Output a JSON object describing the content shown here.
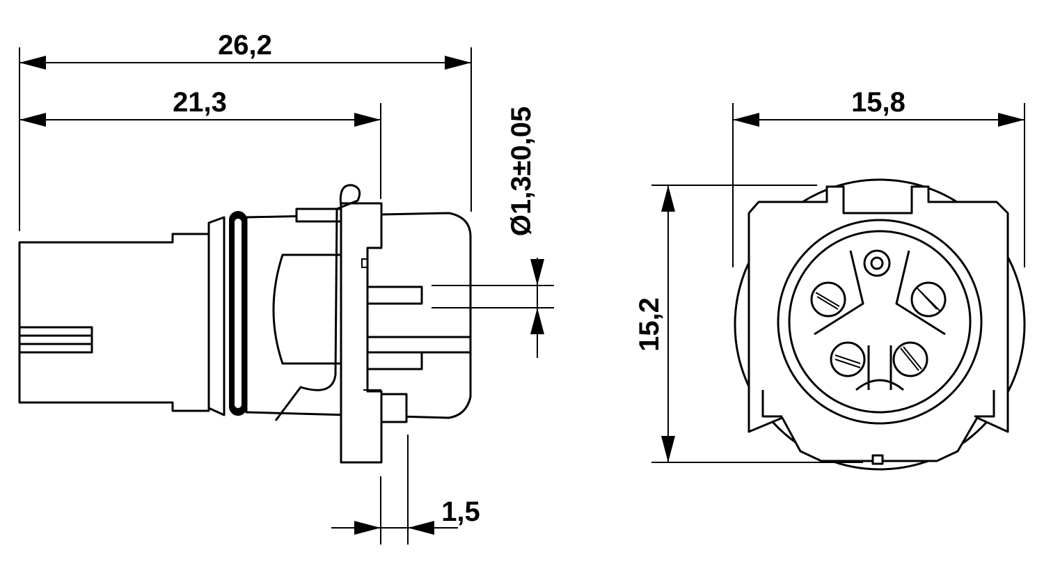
{
  "dimensions": {
    "overall_length": "26,2",
    "body_length": "21,3",
    "pin_diameter": "Ø1,3±0,05",
    "flange_thickness": "1,5",
    "front_width": "15,8",
    "front_height": "15,2"
  },
  "colors": {
    "line": "#000000",
    "background": "#ffffff"
  }
}
